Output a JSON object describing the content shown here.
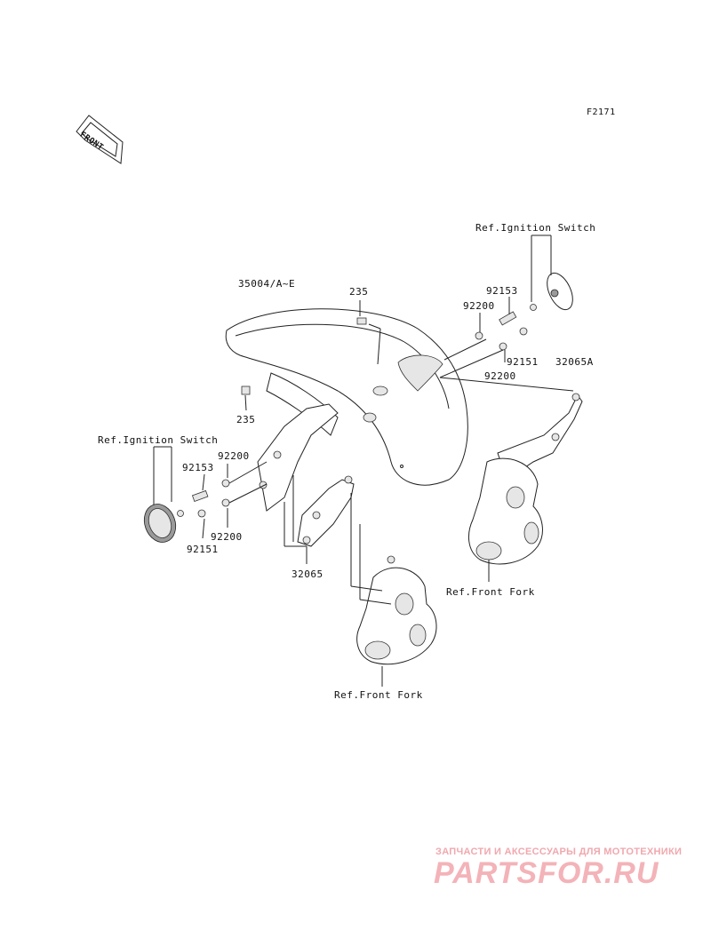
{
  "figure_code": "F2171",
  "front_badge": "FRONT",
  "labels": {
    "ref_ignition_switch_top": "Ref.Ignition Switch",
    "ref_ignition_switch_left": "Ref.Ignition Switch",
    "fender_part": "35004/A~E",
    "bolt_top": "235",
    "bolt_left": "235",
    "screw_top": "92153",
    "washer_top_a": "92200",
    "nut_top": "92151",
    "washer_top_b": "92200",
    "bracket_right": "32065A",
    "washer_left_a": "92200",
    "screw_left": "92153",
    "washer_left_b": "92200",
    "nut_left": "92151",
    "bracket_left": "32065",
    "ref_front_fork_right": "Ref.Front Fork",
    "ref_front_fork_bottom": "Ref.Front Fork"
  },
  "watermark": {
    "tagline": "ЗАПЧАСТИ И АКСЕССУАРЫ ДЛЯ МОТОТЕХНИКИ",
    "brand": "PARTSFOR.RU"
  }
}
